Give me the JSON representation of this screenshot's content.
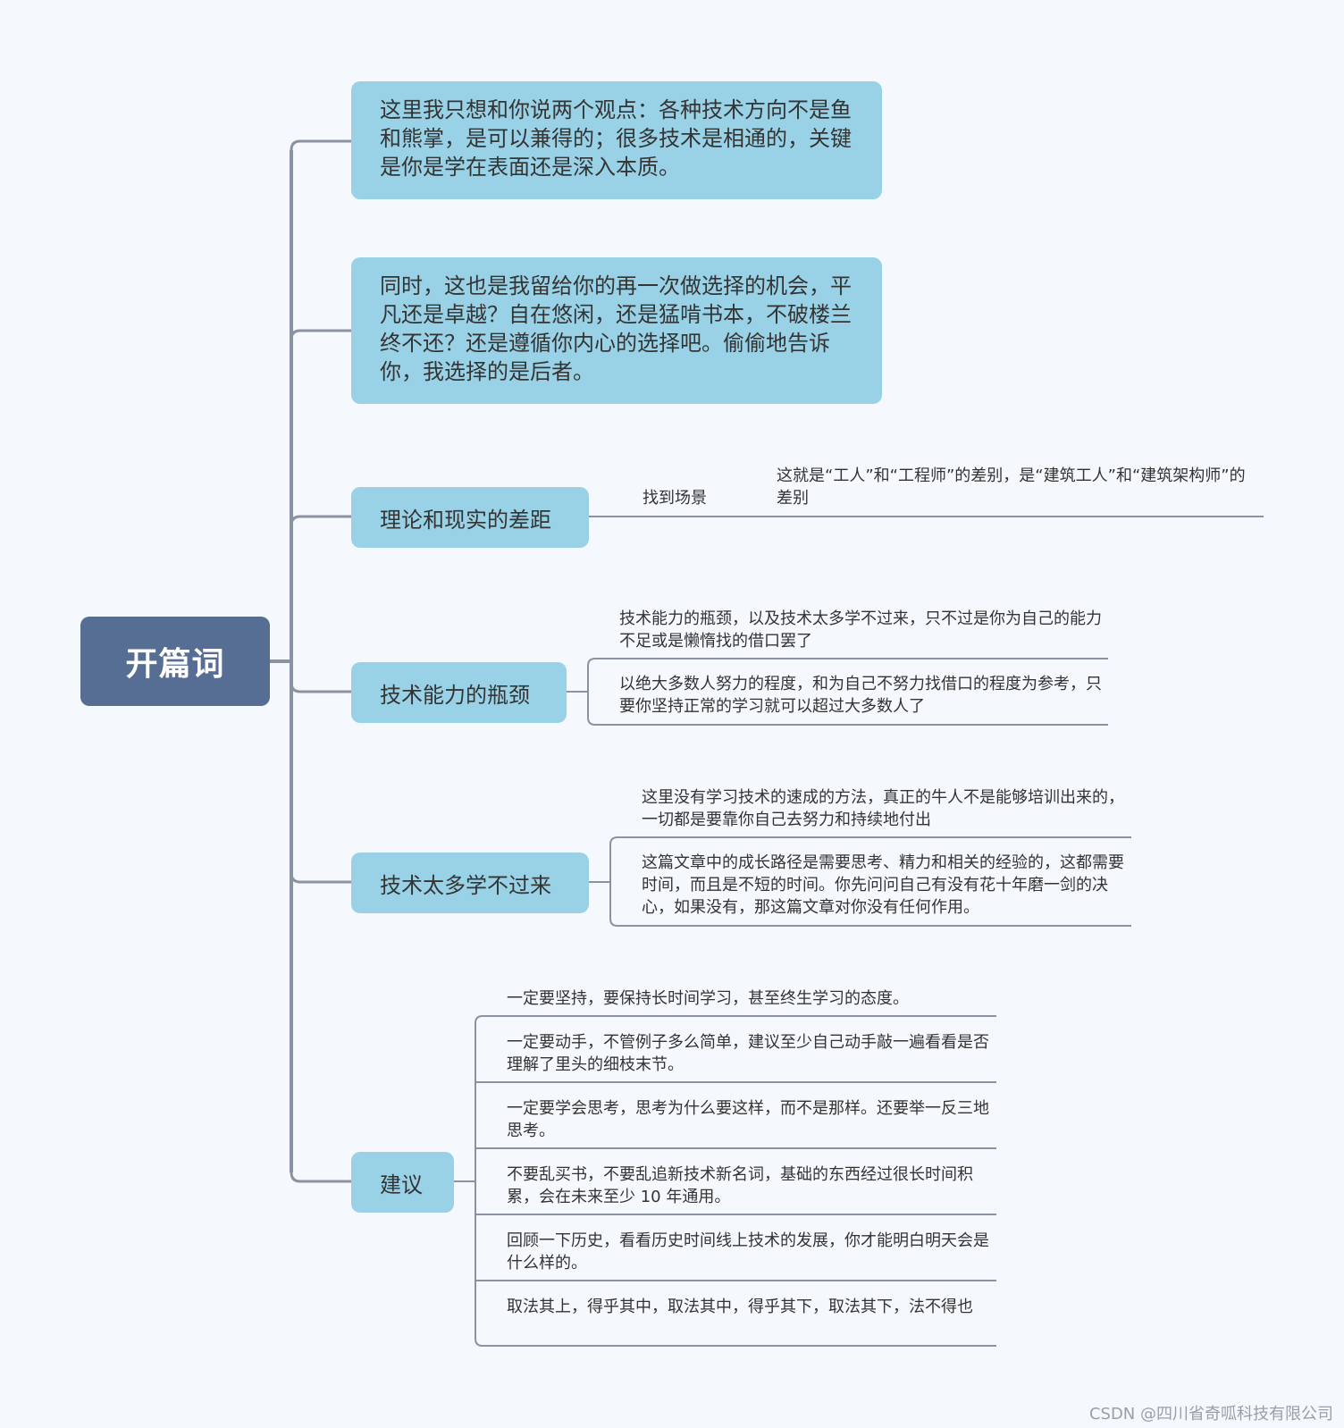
{
  "root": {
    "label": "开篇词"
  },
  "branches": [
    {
      "id": "b1",
      "text": "这里我只想和你说两个观点：各种技术方向不是鱼和熊掌，是可以兼得的；很多技术是相通的，关键是你是学在表面还是深入本质。"
    },
    {
      "id": "b2",
      "text": "同时，这也是我留给你的再一次做选择的机会，平凡还是卓越？自在悠闲，还是猛啃书本，不破楼兰终不还？还是遵循你内心的选择吧。偷偷地告诉你，我选择的是后者。"
    },
    {
      "id": "b3",
      "text": "理论和现实的差距",
      "child": "找到场景",
      "grandchild": "这就是“工人”和“工程师”的差别，是“建筑工人”和“建筑架构师”的差别"
    },
    {
      "id": "b4",
      "text": "技术能力的瓶颈",
      "children": [
        "技术能力的瓶颈，以及技术太多学不过来，只不过是你为自己的能力不足或是懒惰找的借口罢了",
        "以绝大多数人努力的程度，和为自己不努力找借口的程度为参考，只要你坚持正常的学习就可以超过大多数人了"
      ]
    },
    {
      "id": "b5",
      "text": "技术太多学不过来",
      "children": [
        "这里没有学习技术的速成的方法，真正的牛人不是能够培训出来的，一切都是要靠你自己去努力和持续地付出",
        "这篇文章中的成长路径是需要思考、精力和相关的经验的，这都需要时间，而且是不短的时间。你先问问自己有没有花十年磨一剑的决心，如果没有，那这篇文章对你没有任何作用。"
      ]
    },
    {
      "id": "b6",
      "text": "建议",
      "children": [
        "一定要坚持，要保持长时间学习，甚至终生学习的态度。",
        "一定要动手，不管例子多么简单，建议至少自己动手敲一遍看看是否理解了里头的细枝末节。",
        "一定要学会思考，思考为什么要这样，而不是那样。还要举一反三地思考。",
        "不要乱买书，不要乱追新技术新名词，基础的东西经过很长时间积累，会在未来至少 10 年通用。",
        "回顾一下历史，看看历史时间线上技术的发展，你才能明白明天会是什么样的。",
        "取法其上，得乎其中，取法其中，得乎其下，取法其下，法不得也"
      ]
    }
  ],
  "watermark": "CSDN @四川省奇呱科技有限公司",
  "colors": {
    "root": "#576e94",
    "node": "#99d2e6",
    "line": "#8a93a3",
    "background": "#f5f9fd"
  }
}
